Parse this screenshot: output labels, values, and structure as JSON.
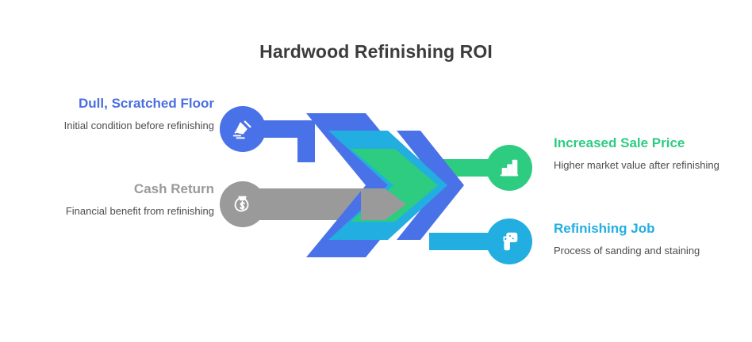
{
  "page": {
    "title": "Hardwood Refinishing ROI",
    "background": "#ffffff"
  },
  "colors": {
    "blue": "#4a72e8",
    "gray": "#9a9a9a",
    "green": "#2ecc80",
    "cyan": "#22aee0",
    "title_text": "#3c3c3c",
    "body_text": "#4d4d4d"
  },
  "nodes": {
    "left": [
      {
        "id": "dull-scratched-floor",
        "title": "Dull, Scratched Floor",
        "description": "Initial condition before refinishing",
        "color": "#4a72e8",
        "icon": "broom-sweeping-icon"
      },
      {
        "id": "cash-return",
        "title": "Cash Return",
        "description": "Financial benefit from refinishing",
        "color": "#9a9a9a",
        "icon": "money-bag-icon"
      }
    ],
    "right": [
      {
        "id": "increased-sale-price",
        "title": "Increased Sale Price",
        "description": "Higher market value after refinishing",
        "color": "#2ecc80",
        "icon": "bar-chart-growth-icon"
      },
      {
        "id": "refinishing-job",
        "title": "Refinishing Job",
        "description": "Process of sanding and staining",
        "color": "#22aee0",
        "icon": "paint-roller-icon"
      }
    ]
  },
  "chevrons": [
    {
      "id": "chevron-outer-blue",
      "color": "#4a72e8"
    },
    {
      "id": "chevron-middle-cyan",
      "color": "#22aee0"
    },
    {
      "id": "chevron-inner-green",
      "color": "#2ecc80"
    }
  ],
  "connectors": [
    {
      "id": "connector-dull-floor",
      "color": "#4a72e8"
    },
    {
      "id": "connector-cash-return",
      "color": "#9a9a9a"
    },
    {
      "id": "connector-increased-sale-price",
      "color": "#2ecc80"
    },
    {
      "id": "connector-refinishing-job",
      "color": "#22aee0"
    }
  ]
}
